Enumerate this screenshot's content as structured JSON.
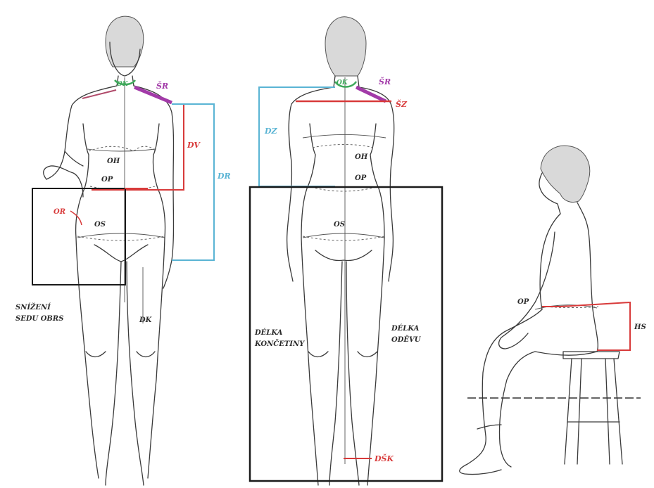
{
  "colors": {
    "red": "#d83a3a",
    "blue": "#5ab4d4",
    "purple": "#a23aa8",
    "green": "#3ea85a",
    "black": "#1a1a1a",
    "label_dark": "#2a2a2a"
  },
  "labels": {
    "ok1": "OK",
    "sr1": "ŠR",
    "dv": "DV",
    "dr": "DR",
    "oh1": "OH",
    "op1": "OP",
    "or": "OR",
    "os1": "OS",
    "snizeni": "SNÍŽENÍ\nSEDU  OBRS",
    "dk1": "DK",
    "ok2": "OK",
    "sr2": "ŠR",
    "sz": "ŠZ",
    "dz": "DZ",
    "oh2": "OH",
    "op2": "OP",
    "os2": "OS",
    "delka_koncetiny": "DÉLKA\nKONČETINY",
    "delka_odevu": "DÉLKA\nODĚVU",
    "dsk": "DŠK",
    "op3": "OP",
    "hs": "HS"
  }
}
